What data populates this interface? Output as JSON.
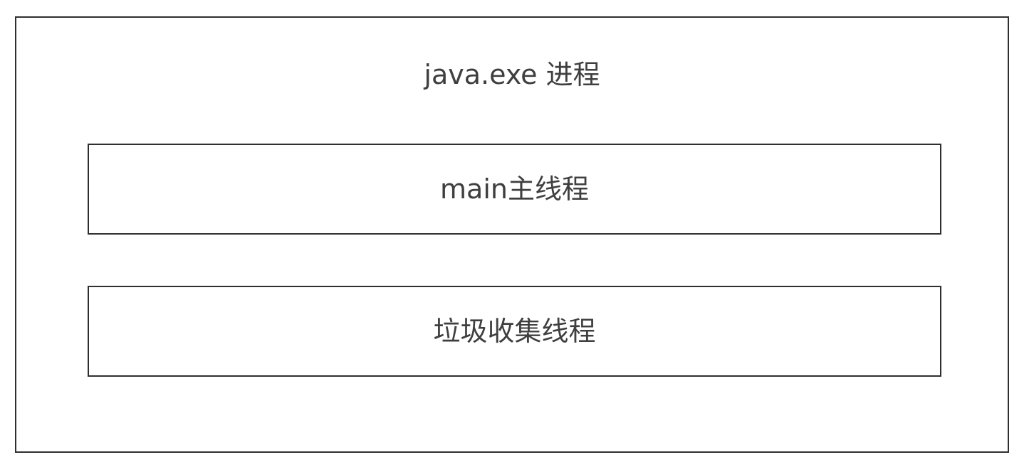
{
  "diagram": {
    "process": {
      "label": "java.exe 进程"
    },
    "threads": [
      {
        "label": "main主线程"
      },
      {
        "label": "垃圾收集线程"
      }
    ]
  },
  "colors": {
    "border": "#2f2f2f",
    "text": "#3f3f3f",
    "background": "#ffffff"
  }
}
